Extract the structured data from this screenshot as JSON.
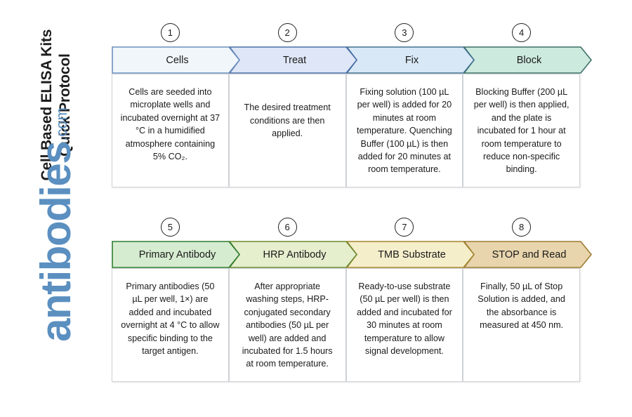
{
  "title": {
    "line1": "Cell Based ELISA Kits",
    "line2": "Quick Protocol"
  },
  "watermark": {
    "main": "antibodies",
    "tld": ".com",
    "color": "#5b8fc0"
  },
  "rows": [
    {
      "id": "row-1",
      "steps": [
        {
          "number": "1",
          "label": "Cells",
          "fill": "#f1f6fb",
          "stroke": "#6b8fbd",
          "description": "Cells are seeded into microplate wells and incubated overnight at 37 °C in a humidified atmosphere containing 5% CO₂."
        },
        {
          "number": "2",
          "label": "Treat",
          "fill": "#dfe6f7",
          "stroke": "#4a6fa5",
          "description": "The desired treatment conditions are then applied."
        },
        {
          "number": "3",
          "label": "Fix",
          "fill": "#d9e8f6",
          "stroke": "#41718f",
          "description": "Fixing solution (100 µL per well) is added for 20 minutes at room temperature. Quenching Buffer (100 µL) is then added for 20 minutes at room temperature."
        },
        {
          "number": "4",
          "label": "Block",
          "fill": "#cdeadf",
          "stroke": "#3c6f66",
          "description": "Blocking Buffer (200 µL per well) is then applied, and the plate is incubated for 1 hour at room temperature to reduce non-specific binding."
        }
      ]
    },
    {
      "id": "row-2",
      "steps": [
        {
          "number": "5",
          "label": "Primary Antibody",
          "fill": "#d6ecd0",
          "stroke": "#2e7d32",
          "description": "Primary antibodies (50 µL per well, 1×) are added and incubated overnight at 4 °C to allow specific binding to the target antigen."
        },
        {
          "number": "6",
          "label": "HRP Antibody",
          "fill": "#e5eecd",
          "stroke": "#6a8a2f",
          "description": "After appropriate washing steps, HRP-conjugated secondary antibodies (50 µL per well) are added and incubated for 1.5 hours at room temperature."
        },
        {
          "number": "7",
          "label": "TMB Substrate",
          "fill": "#f5eecb",
          "stroke": "#a3832c",
          "description": "Ready-to-use substrate (50 µL per well) is then added and incubated for 30 minutes at room temperature to allow signal development."
        },
        {
          "number": "8",
          "label": "STOP and Read",
          "fill": "#e8d5ad",
          "stroke": "#9c7a32",
          "description": "Finally, 50 µL of Stop Solution is added, and the absorbance is measured at 450 nm."
        }
      ]
    }
  ],
  "layout": {
    "banner_total_width": 684,
    "desc_total_width": 667,
    "chevron_notch": 16
  }
}
